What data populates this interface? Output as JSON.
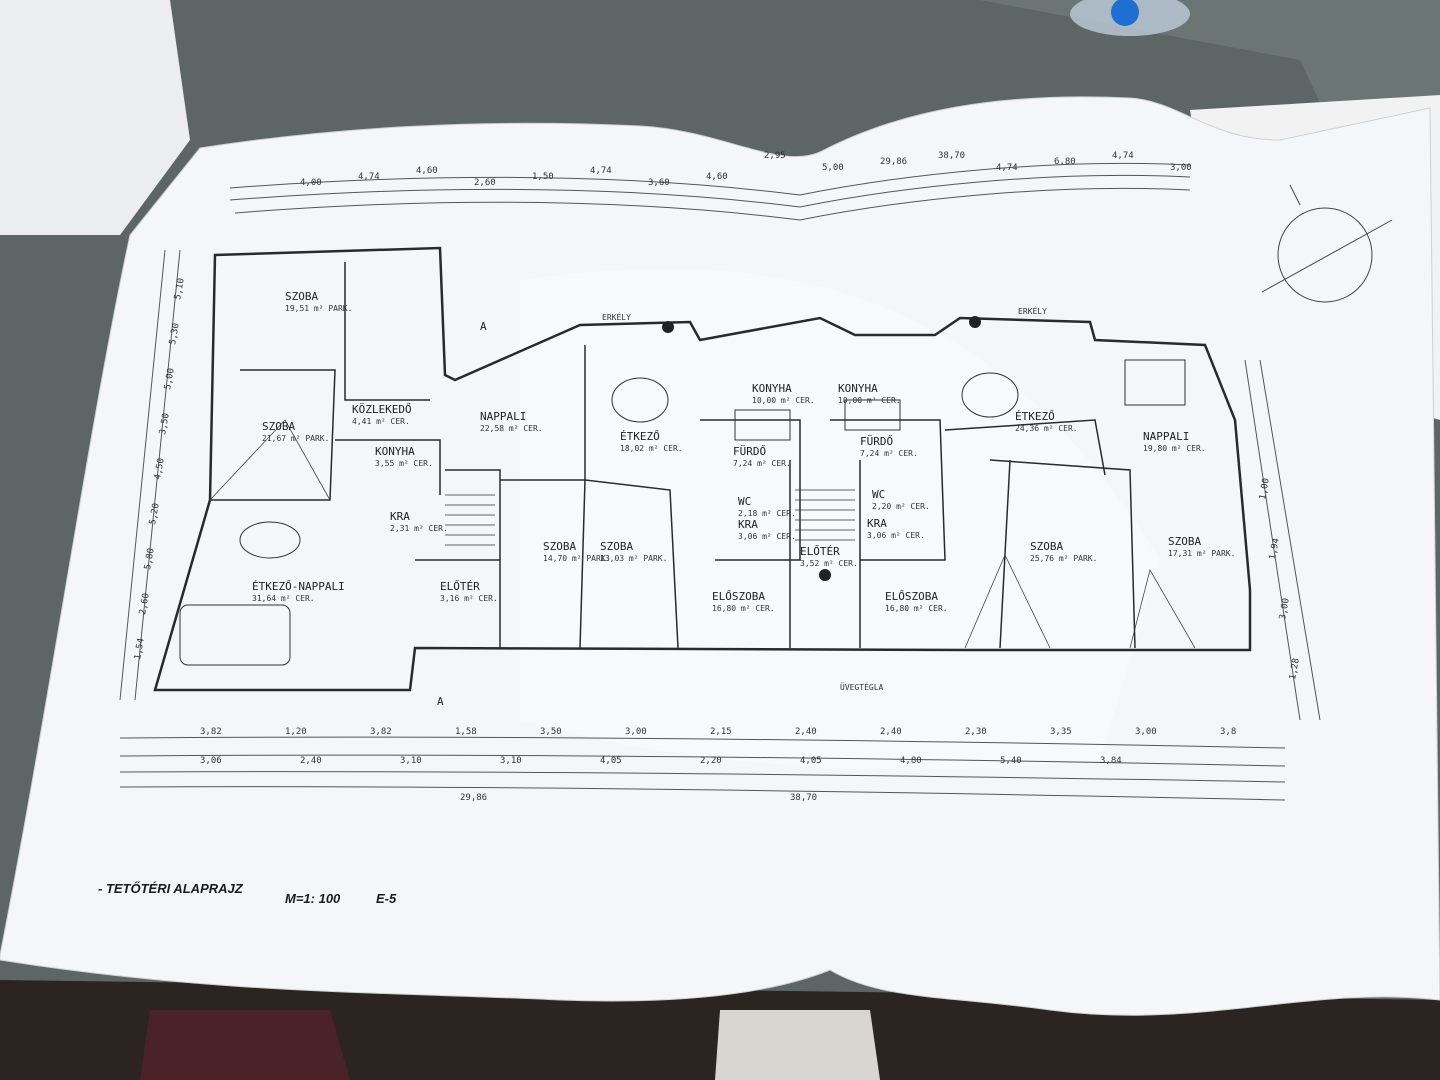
{
  "footer": {
    "title": "- TETŐTÉRI ALAPRAJZ",
    "scale": "M=1: 100",
    "sheet": "E-5"
  },
  "rooms": [
    {
      "name": "SZOBA",
      "area": "19,51 m² PARK."
    },
    {
      "name": "SZOBA",
      "area": "21,67 m² PARK."
    },
    {
      "name": "KÖZLEKEDŐ",
      "area": "4,41 m² CER."
    },
    {
      "name": "KONYHA",
      "area": "3,55 m² CER."
    },
    {
      "name": "KRA",
      "area": "2,31 m² CER."
    },
    {
      "name": "ÉTKEZŐ-NAPPALI",
      "area": "31,64 m² CER."
    },
    {
      "name": "NAPPALI",
      "area": "22,58 m² CER."
    },
    {
      "name": "ÉTKEZŐ",
      "area": "18,02 m² CER."
    },
    {
      "name": "ELŐTÉR",
      "area": "3,16 m² CER."
    },
    {
      "name": "SZOBA",
      "area": "14,70 m² PARK."
    },
    {
      "name": "SZOBA",
      "area": "13,03 m² PARK."
    },
    {
      "name": "KONYHA",
      "area": "10,00 m² CER."
    },
    {
      "name": "FÜRDŐ",
      "area": "7,24 m² CER."
    },
    {
      "name": "WC",
      "area": "2,18 m² CER."
    },
    {
      "name": "KRA",
      "area": "3,06 m² CER."
    },
    {
      "name": "ELŐSZOBA",
      "area": "16,80 m² CER."
    },
    {
      "name": "ELŐTÉR",
      "area": "3,52 m² CER."
    },
    {
      "name": "KONYHA",
      "area": "10,00 m² CER."
    },
    {
      "name": "FÜRDŐ",
      "area": "7,24 m² CER."
    },
    {
      "name": "WC",
      "area": "2,20 m² CER."
    },
    {
      "name": "KRA",
      "area": "3,06 m² CER."
    },
    {
      "name": "ELŐSZOBA",
      "area": "16,80 m² CER."
    },
    {
      "name": "ÉTKEZŐ",
      "area": "24,36 m² CER."
    },
    {
      "name": "NAPPALI",
      "area": "19,80 m² CER."
    },
    {
      "name": "SZOBA",
      "area": "25,76 m² PARK."
    },
    {
      "name": "SZOBA",
      "area": "17,31 m² PARK."
    }
  ],
  "labels": {
    "erkely_left": "ERKÉLY",
    "erkely_right": "ERKÉLY",
    "uveg_tegla": "ÜVEGTÉGLA",
    "section_mark": "A"
  },
  "dims_top": [
    "4,00",
    "4,74",
    "4,60",
    "2,60",
    "1,50",
    "4,74",
    "3,60",
    "4,60",
    "2,95",
    "5,00",
    "29,86",
    "38,70",
    "4,74",
    "6,80",
    "4,74",
    "3,00"
  ],
  "dims_bottom": [
    "3,82",
    "1,20",
    "3,82",
    "1,58",
    "3,50",
    "3,00",
    "2,15",
    "2,40",
    "2,40",
    "2,30",
    "3,35",
    "3,00",
    "3,8",
    "3,06",
    "2,40",
    "3,10",
    "3,10",
    "4,05",
    "2,20",
    "4,05",
    "4,80",
    "5,40",
    "3,84",
    "29,86",
    "38,70"
  ],
  "dims_left": [
    "5,10",
    "5,30",
    "5,00",
    "3,50",
    "4,50",
    "5,20",
    "5,80",
    "2,60",
    "1,54"
  ],
  "dims_right": [
    "1,00",
    "1,94",
    "3,00",
    "1,28"
  ]
}
